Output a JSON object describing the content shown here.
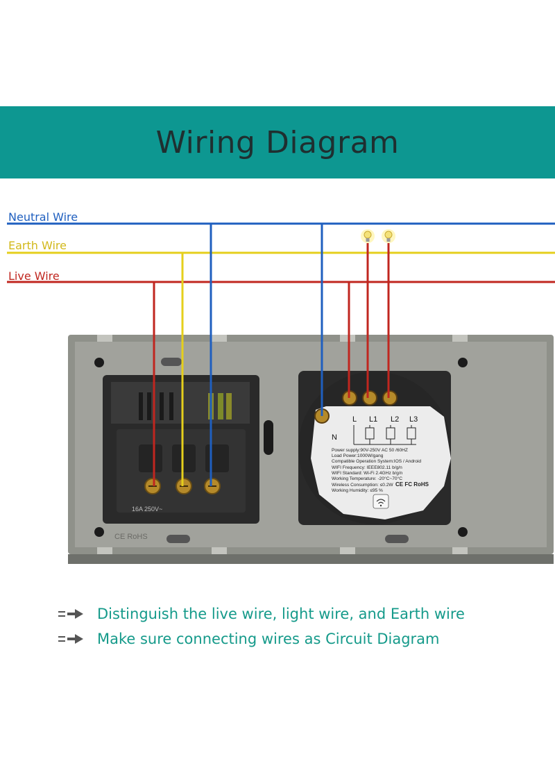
{
  "header": {
    "title": "Wiring Diagram"
  },
  "wires": {
    "neutral": {
      "label": "Neutral Wire",
      "color": "#1f5fbf"
    },
    "earth": {
      "label": "Earth Wire",
      "color": "#e5cf1c"
    },
    "live": {
      "label": "Live Wire",
      "color": "#c0261f"
    }
  },
  "terminals": {
    "L": "L",
    "L1": "L1",
    "L2": "L2",
    "L3": "L3",
    "N": "N"
  },
  "spec_label": {
    "lines": [
      "Power supply:90V-250V AC  50 /60HZ",
      "Load Power:1000W/gang",
      "Compatible Operation System:IOS / Android",
      "WIFI Frequency: IEEE802.11 b/g/n",
      "WIFI Standard: Wi-Fi 2.4GHz b/g/n",
      "Working Temperature: -20°C~70°C",
      "Wireless Consumption: ≤0.2W",
      "Working Humidity: ≤95 %"
    ],
    "cert": "CE  FC  RoHS"
  },
  "socket_marks": {
    "ce": "CE RoHS",
    "rating": "16A 250V~"
  },
  "notes": [
    "Distinguish the live wire, light wire,  and Earth wire",
    "Make sure connecting wires as Circuit Diagram"
  ],
  "icons": {
    "bullet": "double-arrow-icon",
    "bulb": "light-bulb-icon",
    "wifi": "wifi-icon"
  }
}
